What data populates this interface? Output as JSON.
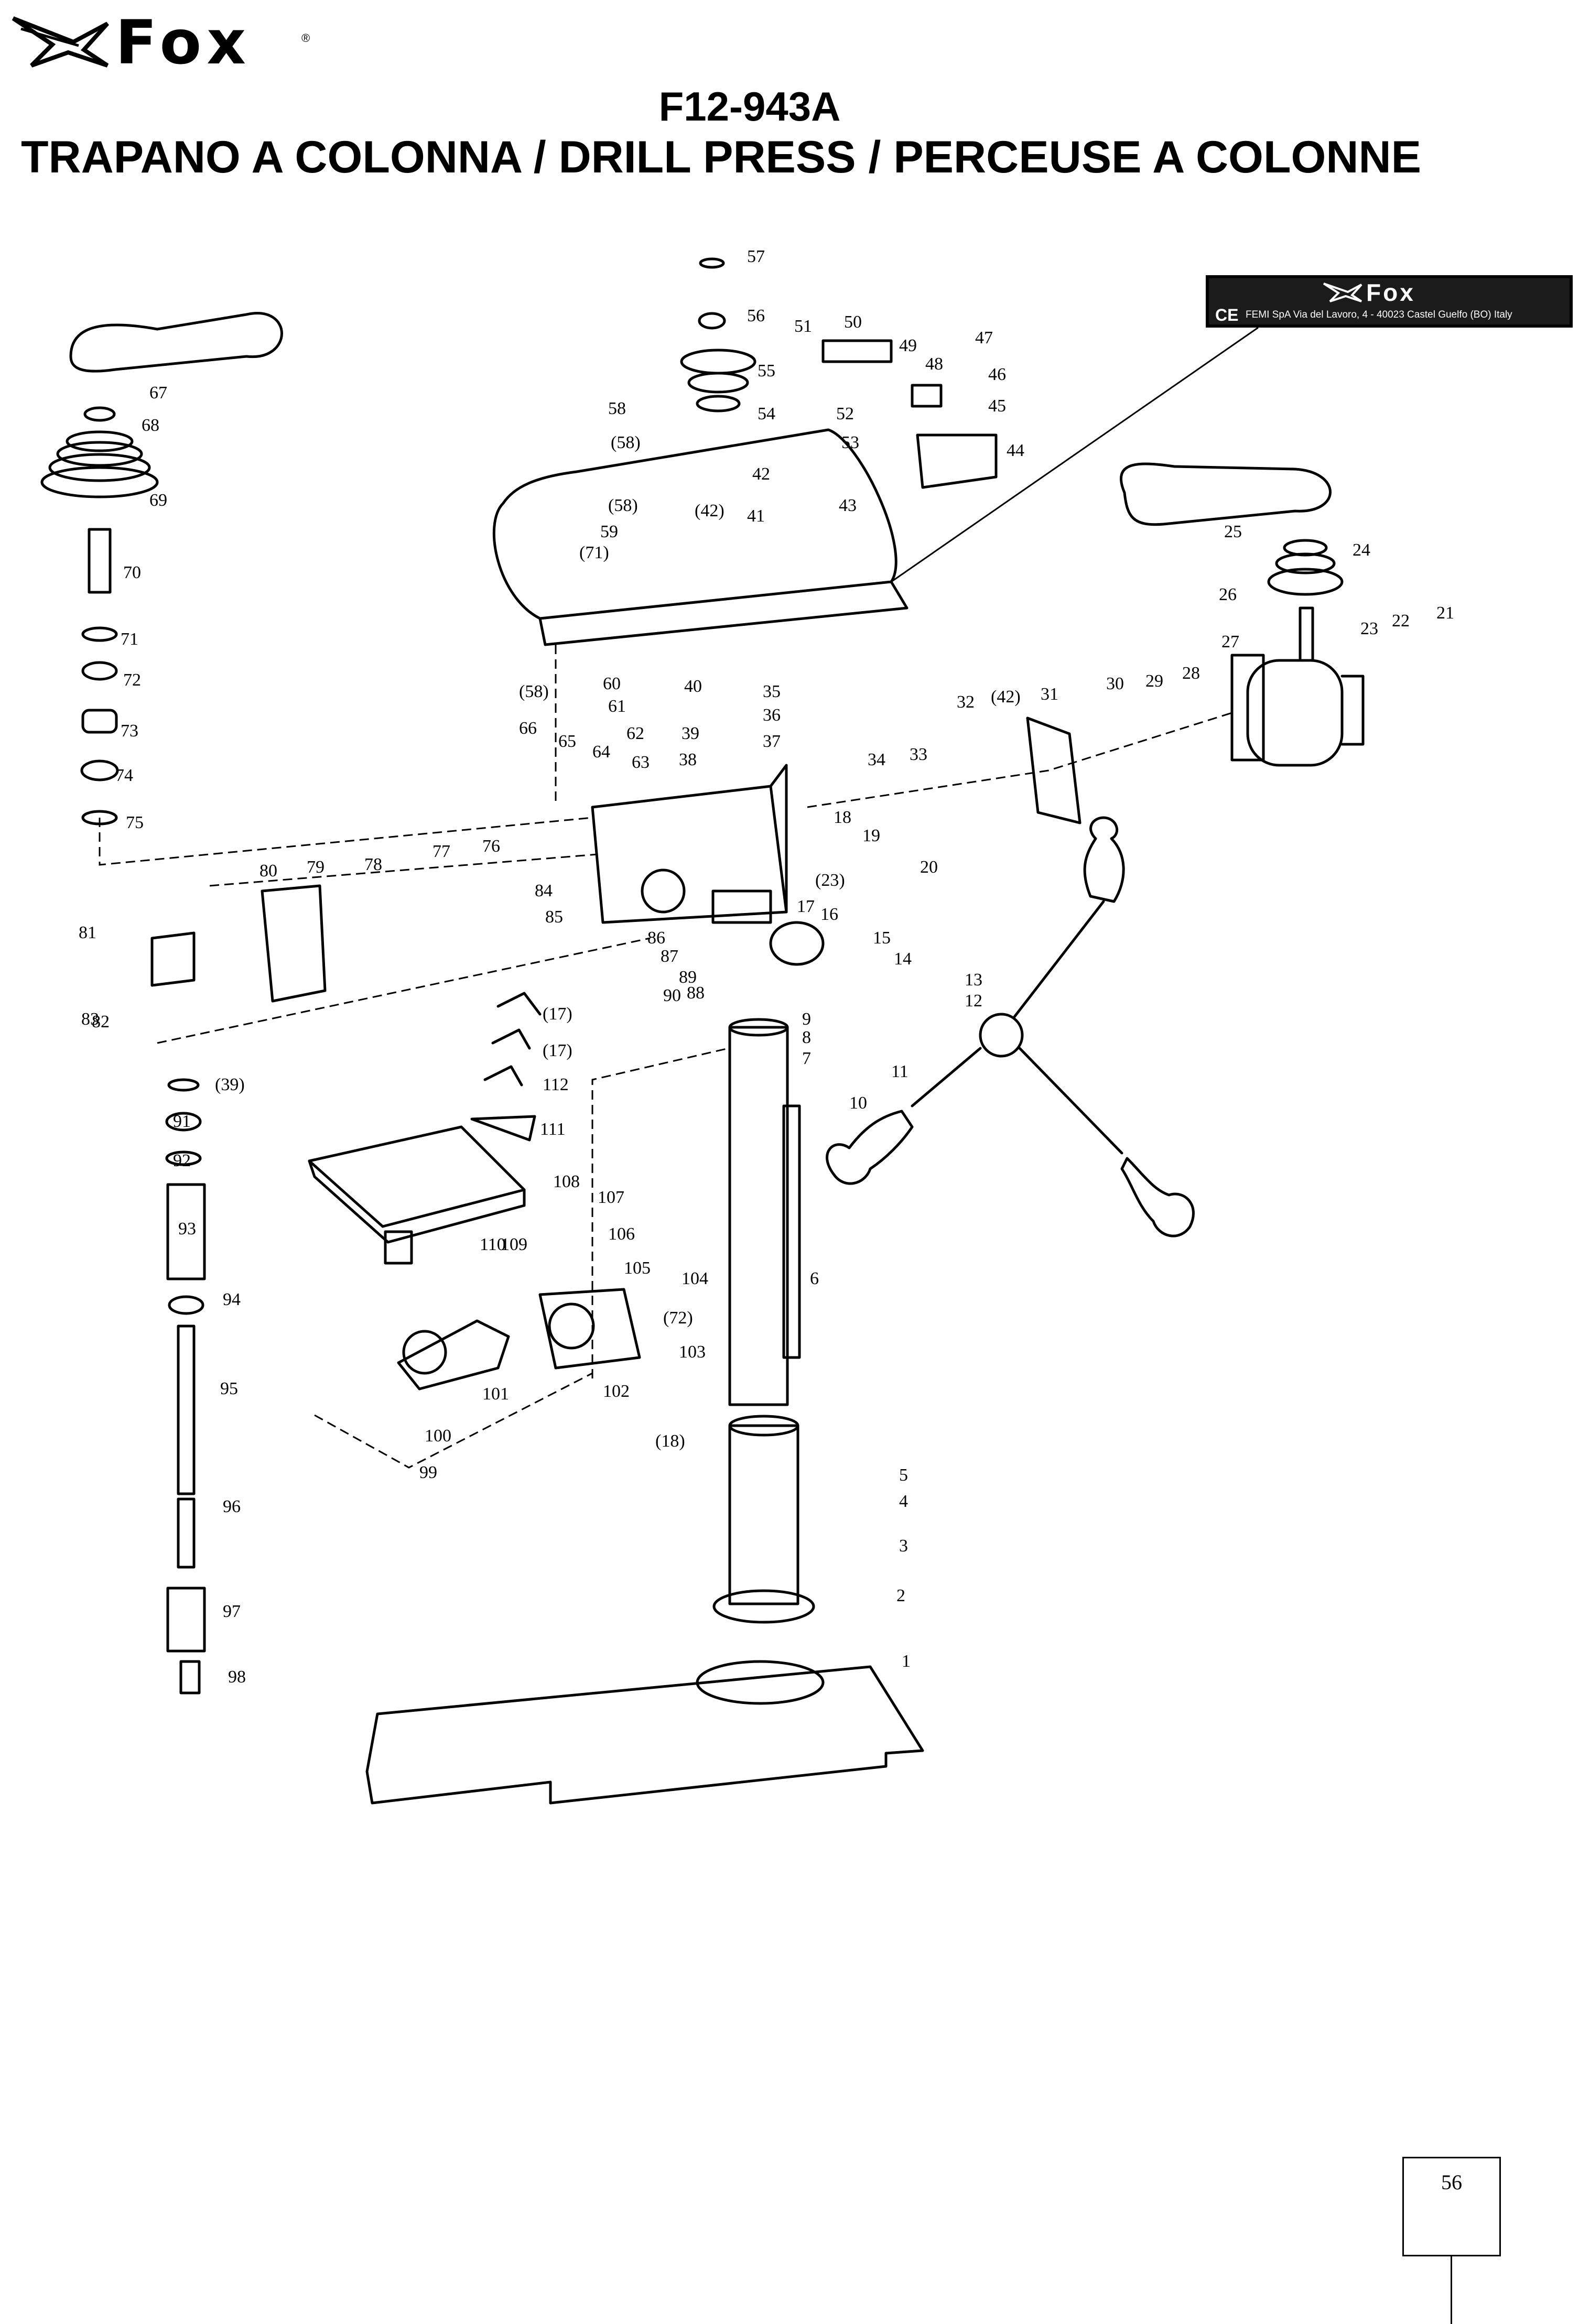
{
  "header": {
    "brand": "Fox",
    "registered_mark": "®",
    "model_code": "F12-943A",
    "title": "TRAPANO A COLONNA / DRILL PRESS / PERCEUSE A COLONNE"
  },
  "nameplate": {
    "brand": "Fox",
    "ce_mark": "CE",
    "address": "FEMI SpA  Via del Lavoro, 4 - 40023 Castel Guelfo (BO) Italy"
  },
  "part_labels": [
    "1",
    "2",
    "3",
    "4",
    "5",
    "6",
    "7",
    "8",
    "9",
    "10",
    "11",
    "12",
    "13",
    "14",
    "15",
    "16",
    "17",
    "18",
    "19",
    "20",
    "21",
    "22",
    "23",
    "24",
    "25",
    "26",
    "27",
    "28",
    "29",
    "30",
    "31",
    "32",
    "33",
    "34",
    "35",
    "36",
    "37",
    "38",
    "39",
    "40",
    "41",
    "42",
    "43",
    "44",
    "45",
    "46",
    "47",
    "48",
    "49",
    "50",
    "51",
    "52",
    "53",
    "54",
    "55",
    "56",
    "57",
    "58",
    "59",
    "60",
    "61",
    "62",
    "63",
    "64",
    "65",
    "66",
    "67",
    "68",
    "69",
    "70",
    "71",
    "72",
    "73",
    "74",
    "75",
    "76",
    "77",
    "78",
    "79",
    "80",
    "81",
    "82",
    "83",
    "84",
    "85",
    "86",
    "87",
    "88",
    "89",
    "90",
    "91",
    "92",
    "93",
    "94",
    "95",
    "96",
    "97",
    "98",
    "99",
    "100",
    "101",
    "102",
    "103",
    "104",
    "105",
    "106",
    "107",
    "108",
    "109",
    "110",
    "111",
    "112",
    "(17)",
    "(17)",
    "(18)",
    "(23)",
    "(39)",
    "(42)",
    "(42)",
    "(58)",
    "(58)",
    "(58)",
    "(71)",
    "(72)"
  ],
  "footer": {
    "page_number": "56"
  }
}
